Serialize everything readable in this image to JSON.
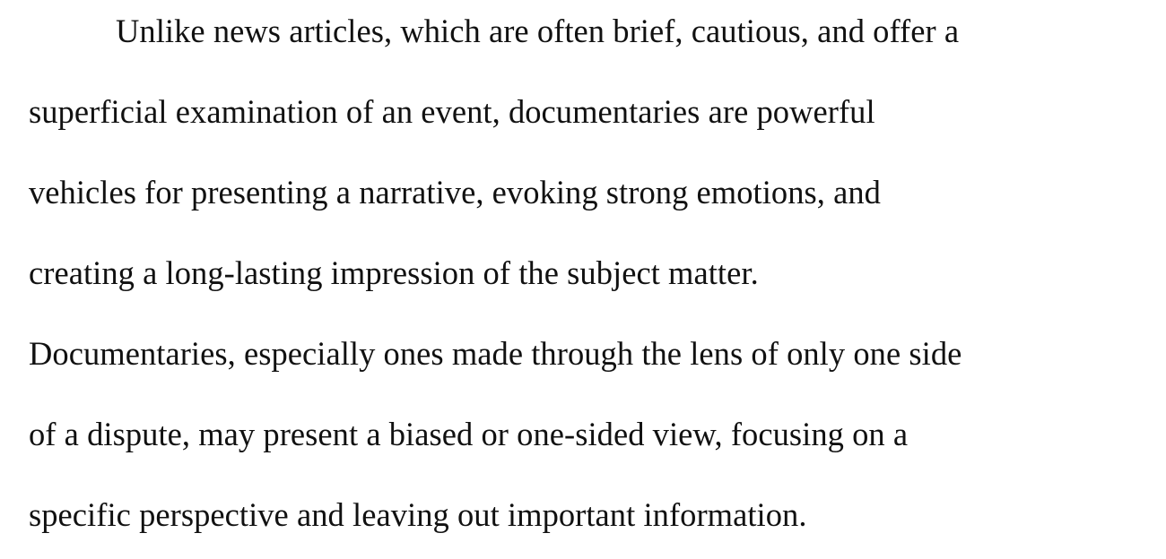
{
  "document": {
    "lines": [
      "Unlike news articles, which are often brief, cautious, and offer a",
      "superficial examination of an event, documentaries are powerful",
      "vehicles for presenting a narrative, evoking strong emotions, and",
      "creating a long-lasting impression of the subject matter.",
      "Documentaries, especially ones made through the lens of only one side",
      "of a dispute, may present a biased or one-sided view, focusing on a",
      "specific perspective and leaving out important information."
    ]
  }
}
